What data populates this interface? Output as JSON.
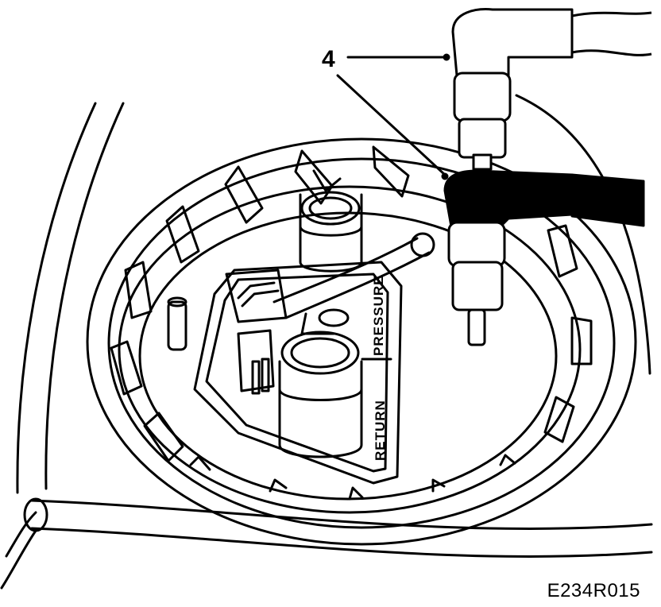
{
  "figure": {
    "callout_number": "4",
    "label_pressure": "PRESSURE",
    "label_return": "RETURN",
    "figure_code": "E234R015"
  },
  "colors": {
    "ink": "#000000",
    "paper": "#ffffff"
  }
}
